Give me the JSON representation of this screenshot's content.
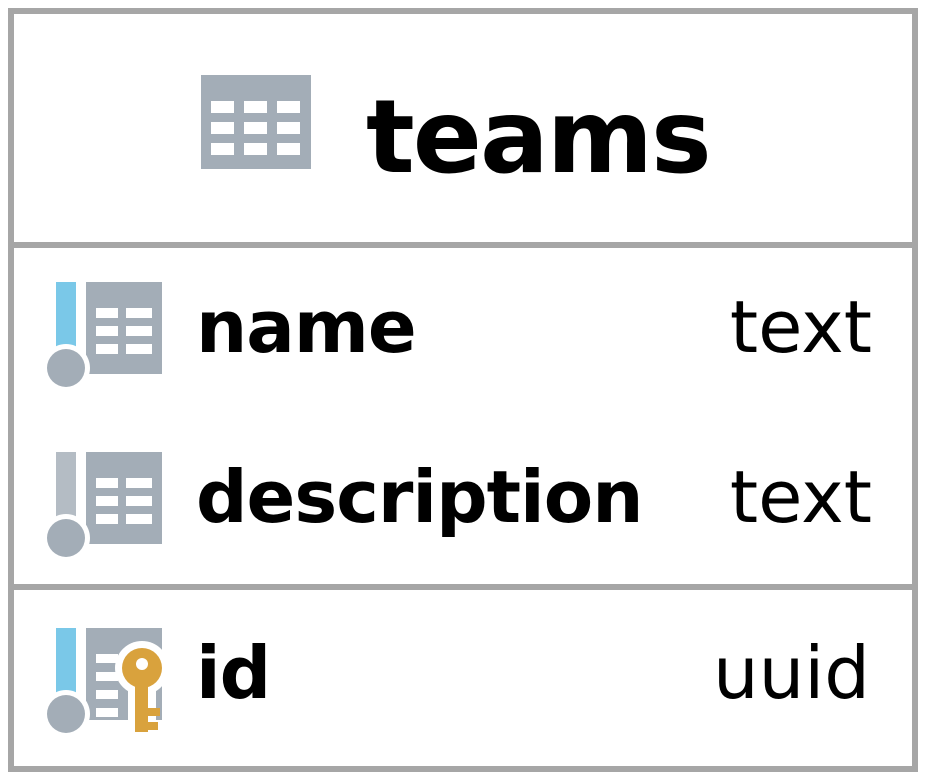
{
  "table": {
    "name": "teams",
    "icon": "table-icon"
  },
  "columns": [
    {
      "name": "name",
      "type": "text",
      "icon": "nullable-column-icon",
      "accent": "#7ac8e8"
    },
    {
      "name": "description",
      "type": "text",
      "icon": "nullable-column-icon",
      "accent": "#b4bcc4"
    }
  ],
  "primary_key": {
    "name": "id",
    "type": "uuid",
    "icon": "primary-key-column-icon",
    "accent": "#7ac8e8",
    "key_color": "#d9a23d"
  },
  "colors": {
    "border": "#a6a6a6",
    "icon_gray": "#a3adb7",
    "text": "#000000"
  }
}
